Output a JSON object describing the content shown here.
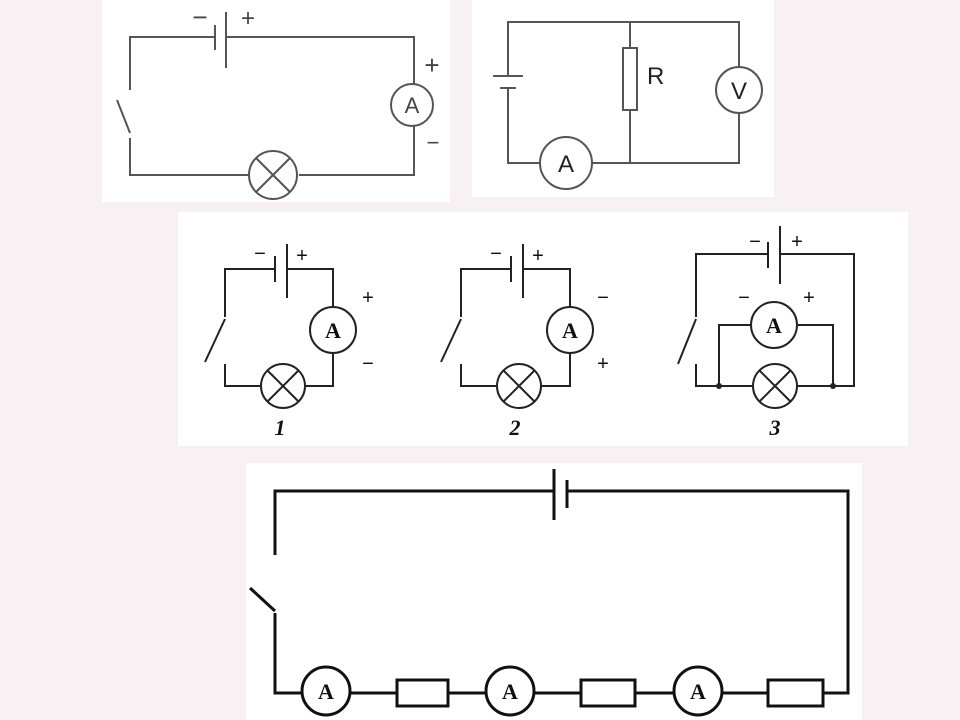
{
  "colors": {
    "background": "#f8f1f3",
    "panel": "#ffffff",
    "line": "#444444",
    "line_dark": "#111111"
  },
  "circuit_a": {
    "ammeter": "A",
    "plus": "+",
    "minus": "−",
    "minus_lamp_side": "−"
  },
  "circuit_b": {
    "resistor": "R",
    "ammeter": "A",
    "voltmeter": "V"
  },
  "circuit_c": {
    "items": [
      {
        "number": "1",
        "ammeter": "A",
        "batt_minus": "−",
        "batt_plus": "+",
        "amm_top": "+",
        "amm_bottom": "−"
      },
      {
        "number": "2",
        "ammeter": "A",
        "batt_minus": "−",
        "batt_plus": "+",
        "amm_top": "−",
        "amm_bottom": "+"
      },
      {
        "number": "3",
        "ammeter": "A",
        "batt_minus": "−",
        "batt_plus": "+",
        "amm_left": "−",
        "amm_right": "+"
      }
    ]
  },
  "circuit_d": {
    "ammeters": [
      "A",
      "A",
      "A"
    ]
  }
}
